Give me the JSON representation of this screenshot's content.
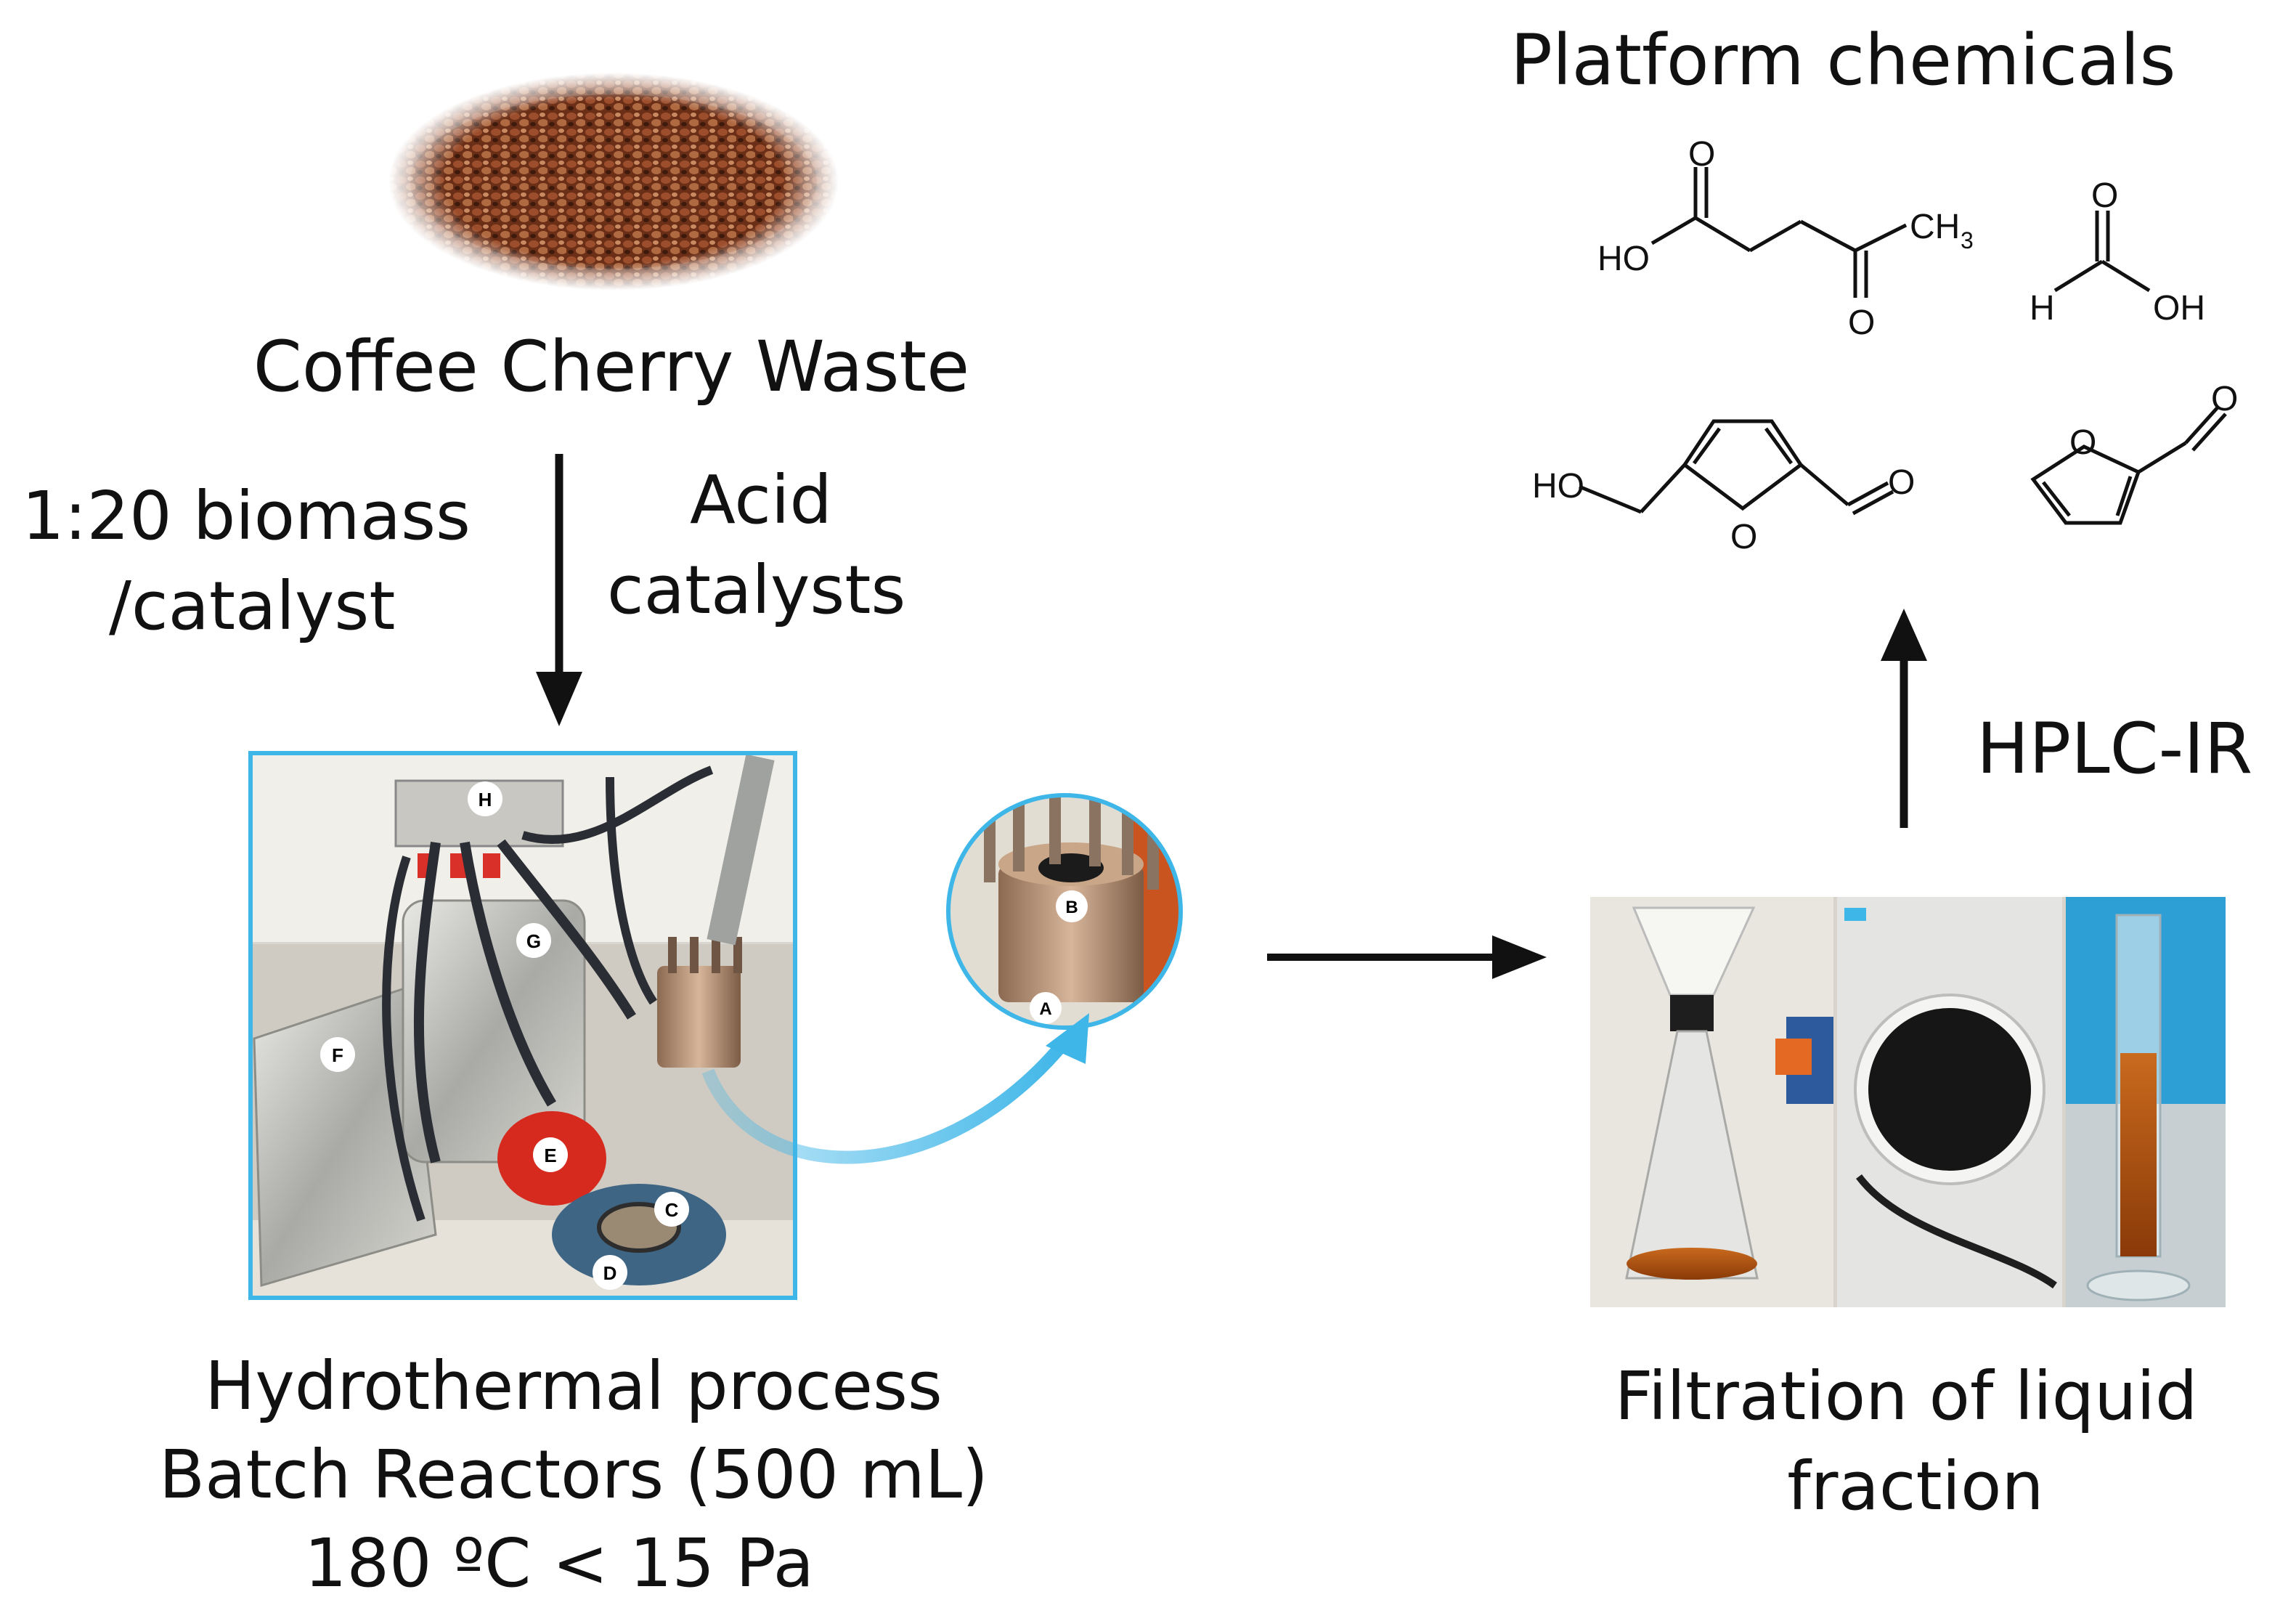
{
  "title": "Platform chemicals",
  "feedstock": {
    "label": "Coffee Cherry Waste"
  },
  "step1": {
    "ratio_line1": "1:20 biomass",
    "ratio_line2": "/catalyst",
    "catalyst_line1": "Acid",
    "catalyst_line2": "catalysts"
  },
  "reactor": {
    "line1": "Hydrothermal process",
    "line2": "Batch Reactors (500 mL)",
    "line3": "180 ºC  <  15 Pa",
    "part_labels": [
      "A",
      "B",
      "C",
      "D",
      "E",
      "F",
      "G",
      "H"
    ]
  },
  "filtration": {
    "line1": "Filtration of liquid",
    "line2": "fraction"
  },
  "analysis": {
    "label": "HPLC-IR"
  },
  "molecules": {
    "levulinic_acid": {
      "ho": "HO",
      "o_top": "O",
      "o_bottom": "O",
      "ch3": "CH",
      "ch3_sub": "3"
    },
    "formic_acid": {
      "o": "O",
      "h": "H",
      "oh": "OH"
    },
    "hmf": {
      "ho": "HO",
      "ring_o": "O",
      "ald_o": "O"
    },
    "furfural": {
      "ring_o": "O",
      "ald_o": "O"
    }
  },
  "colors": {
    "frame_blue": "#3fb6e8",
    "coffee_dark": "#5a2a16",
    "coffee_light": "#a8583a",
    "liquid_amber": "#b5560f"
  }
}
